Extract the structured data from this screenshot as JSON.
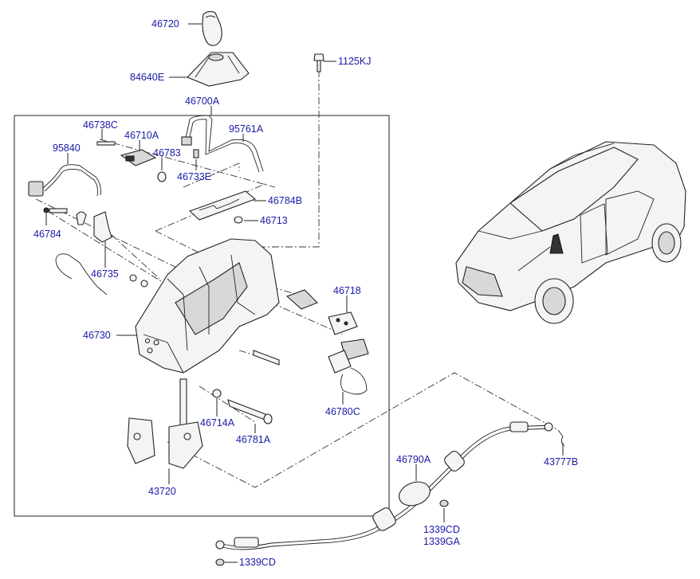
{
  "labels": {
    "p46720": "46720",
    "p84640E": "84640E",
    "p1125KJ": "1125KJ",
    "p46700A": "46700A",
    "p46738C": "46738C",
    "p46710A": "46710A",
    "p95761A": "95761A",
    "p95840": "95840",
    "p46783": "46783",
    "p46733E": "46733E",
    "p46784B": "46784B",
    "p46713": "46713",
    "p46784": "46784",
    "p46735": "46735",
    "p46718": "46718",
    "p46730": "46730",
    "p46780C": "46780C",
    "p46714A": "46714A",
    "p46781A": "46781A",
    "p43720": "43720",
    "p46790A": "46790A",
    "p43777B": "43777B",
    "p1339CD_a": "1339CD",
    "p1339GA": "1339GA",
    "p1339CD_b": "1339CD"
  }
}
